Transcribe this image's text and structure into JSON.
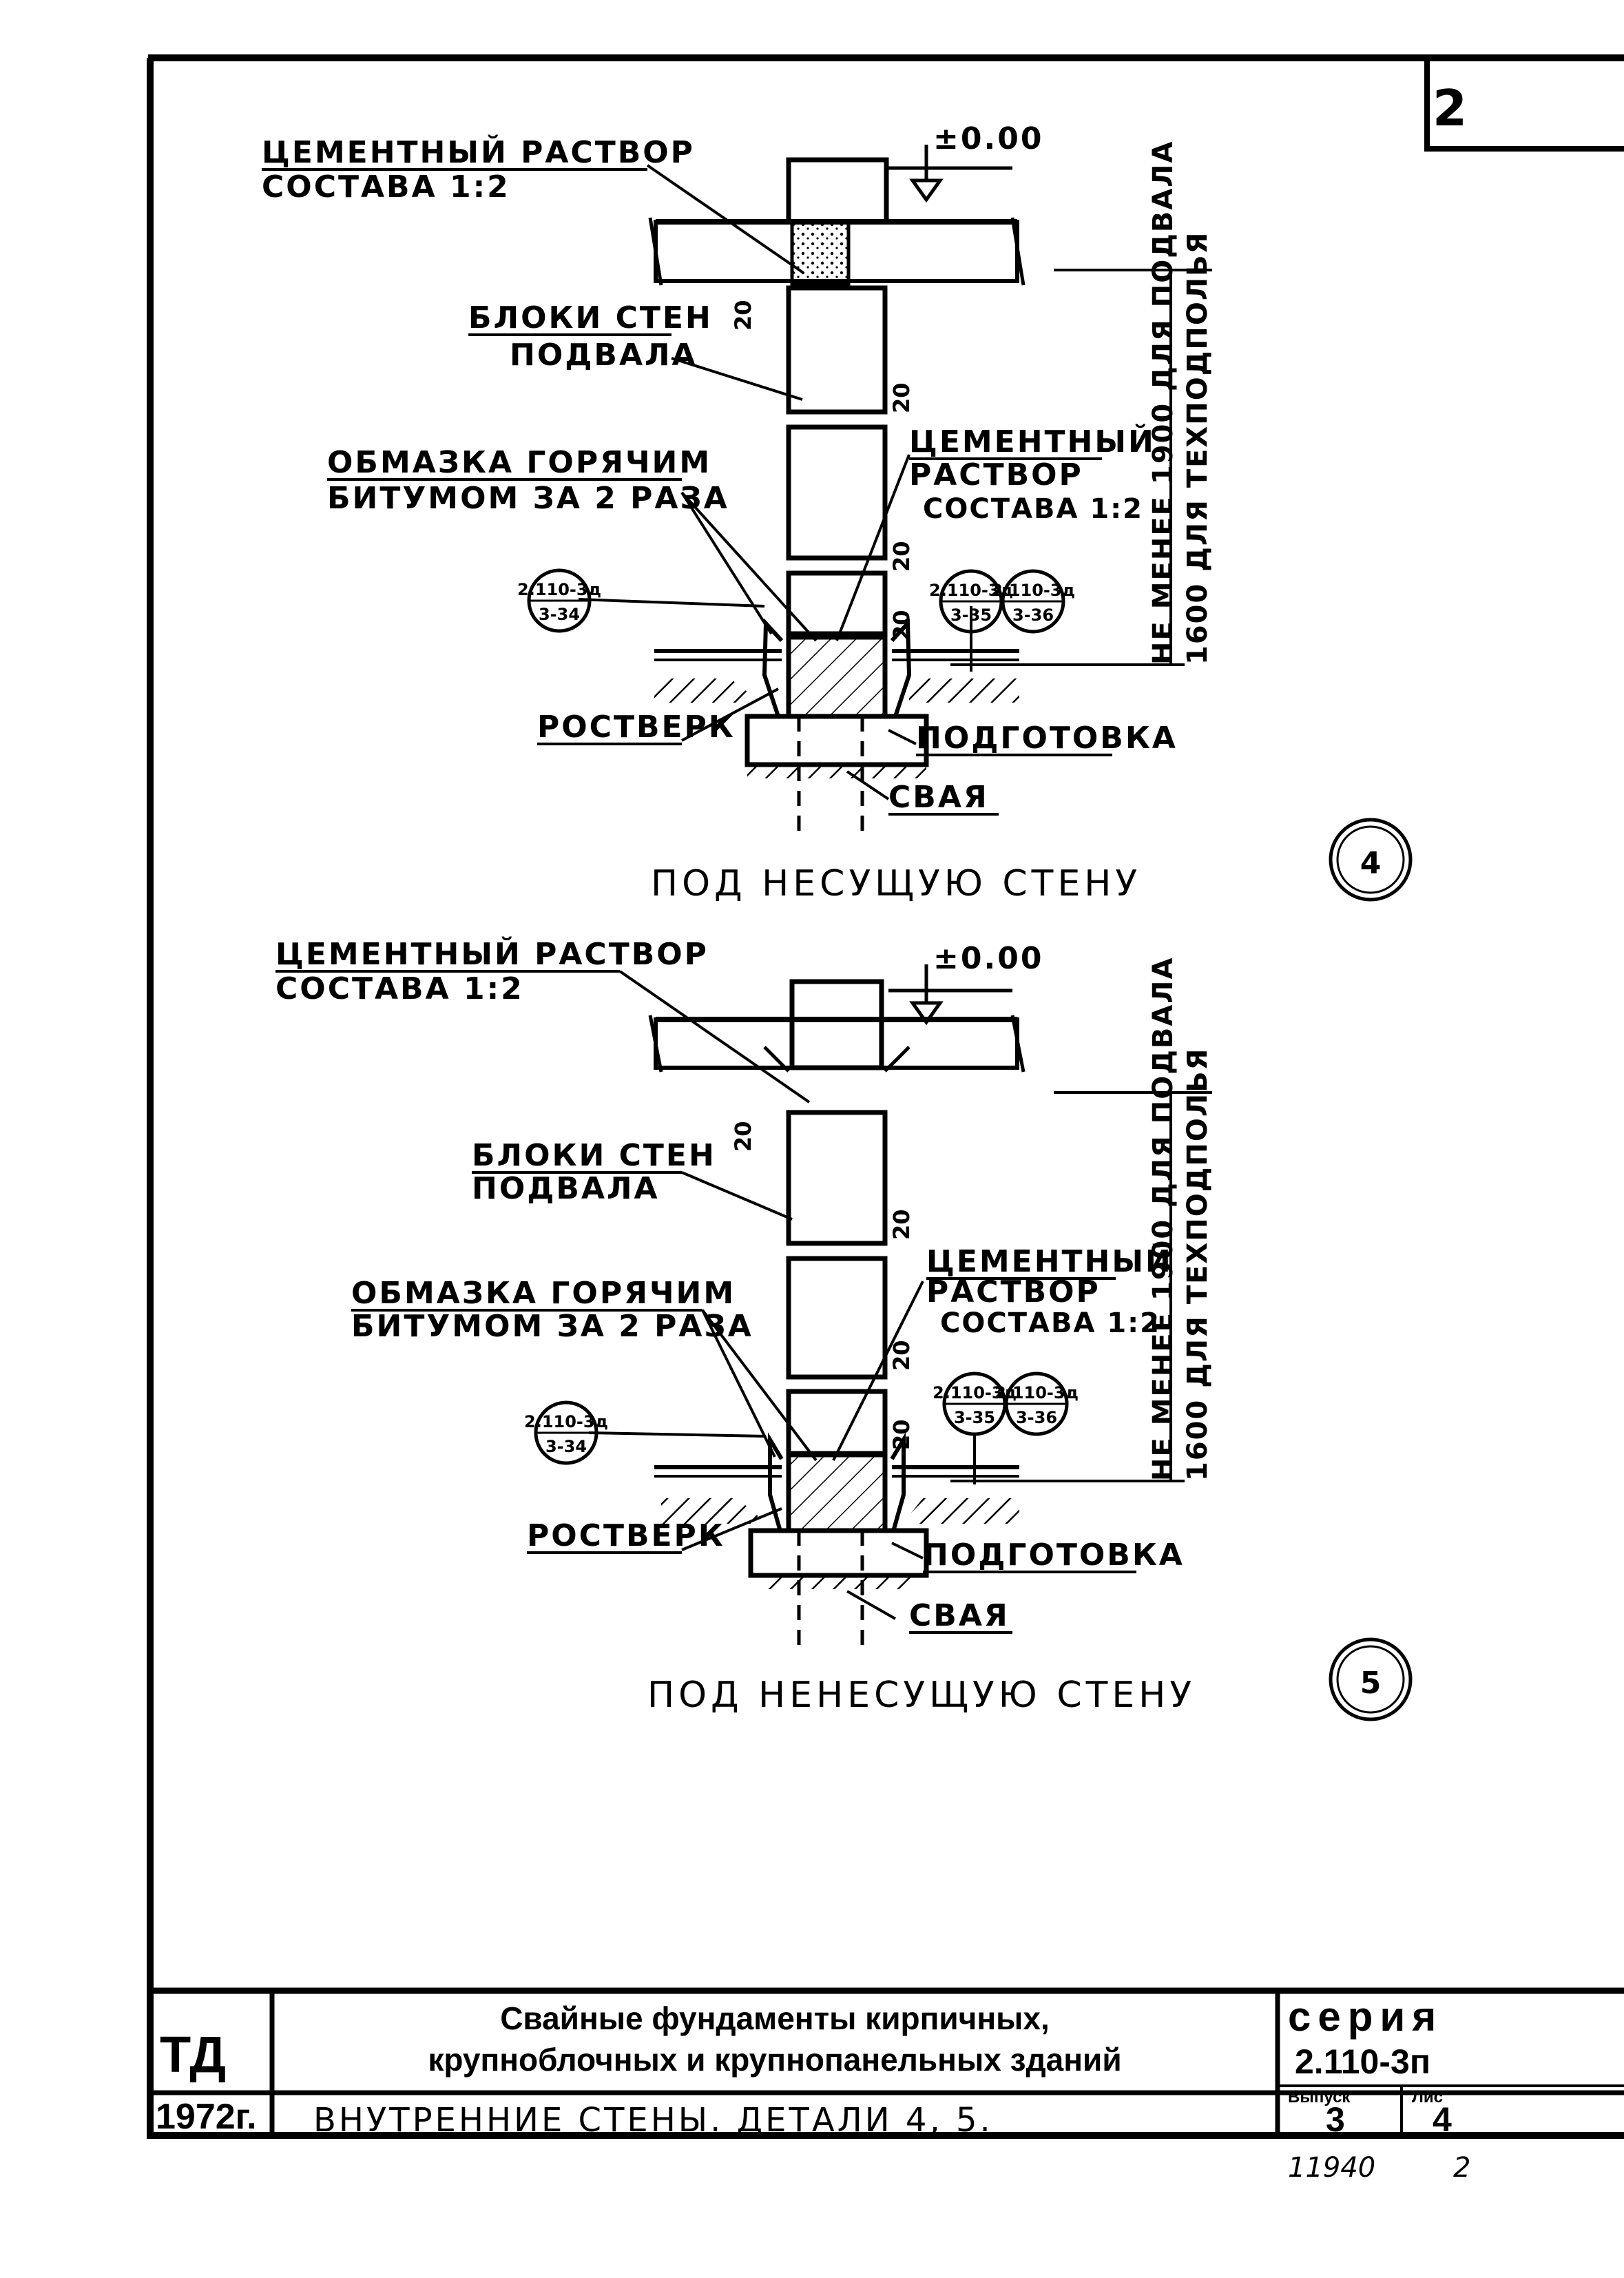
{
  "page": {
    "sheet_number": "2",
    "footer_code": "11940",
    "footer_page": "2"
  },
  "details": [
    {
      "level": "±0.00",
      "mortar_top": [
        "ЦЕМЕНТНЫЙ РАСТВОР",
        "СОСТАВА 1:2"
      ],
      "blocks": [
        "БЛОКИ СТЕН",
        "ПОДВАЛА"
      ],
      "coating": [
        "ОБМАЗКА ГОРЯЧИМ",
        "БИТУМОМ ЗА 2 РАЗА"
      ],
      "mortar_side": [
        "ЦЕМЕНТНЫЙ",
        "РАСТВОР",
        "СОСТАВА 1:2"
      ],
      "vertical_note": [
        "НЕ МЕНЕЕ 1900 ДЛЯ ПОДВАЛА",
        "1600 ДЛЯ ТЕХПОДПОЛЬЯ"
      ],
      "joint_dims": [
        "20",
        "20",
        "20",
        "20"
      ],
      "ref_left": {
        "top": "2.110-3д",
        "bottom": "3-34"
      },
      "ref_mid": {
        "top": "2.110-3д",
        "bottom": "3-35"
      },
      "ref_right": {
        "top": "2.110-3д",
        "bottom": "3-36"
      },
      "grillage": "РОСТВЕРК",
      "prep": "ПОДГОТОВКА",
      "pile": "СВАЯ",
      "caption": "ПОД НЕСУЩУЮ СТЕНУ",
      "marker": "4"
    },
    {
      "level": "±0.00",
      "mortar_top": [
        "ЦЕМЕНТНЫЙ РАСТВОР",
        "СОСТАВА 1:2"
      ],
      "blocks": [
        "БЛОКИ СТЕН",
        "ПОДВАЛА"
      ],
      "coating": [
        "ОБМАЗКА ГОРЯЧИМ",
        "БИТУМОМ ЗА 2 РАЗА"
      ],
      "mortar_side": [
        "ЦЕМЕНТНЫЙ",
        "РАСТВОР",
        "СОСТАВА 1:2"
      ],
      "vertical_note": [
        "НЕ МЕНЕЕ 1900 ДЛЯ ПОДВАЛА",
        "1600 ДЛЯ ТЕХПОДПОЛЬЯ"
      ],
      "joint_dims": [
        "20",
        "20",
        "20",
        "20"
      ],
      "ref_left": {
        "top": "2.110-3д",
        "bottom": "3-34"
      },
      "ref_mid": {
        "top": "2.110-3д",
        "bottom": "3-35"
      },
      "ref_right": {
        "top": "2.110-3д",
        "bottom": "3-36"
      },
      "grillage": "РОСТВЕРК",
      "prep": "ПОДГОТОВКА",
      "pile": "СВАЯ",
      "caption": "ПОД НЕНЕСУЩУЮ СТЕНУ",
      "marker": "5"
    }
  ],
  "title_block": {
    "code": "ТД",
    "year": "1972г.",
    "title_line1": "Свайные    фундаменты    кирпичных,",
    "title_line2": "крупноблочных    и    крупнопанельных  зданий",
    "sheet_title": "ВНУТРЕННИЕ СТЕНЫ.  ДЕТАЛИ 4, 5.",
    "series_label": "серия",
    "series_number": "2.110-3п",
    "issue_label": "Выпуск",
    "issue_value": "3",
    "list_label": "Лис",
    "list_value": "4"
  }
}
